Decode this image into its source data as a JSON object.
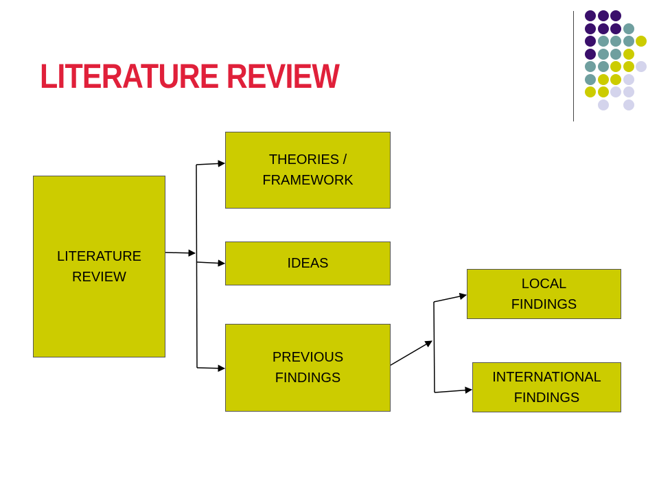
{
  "slide": {
    "title": "LITERATURE REVIEW"
  },
  "diagram": {
    "boxes": {
      "literature_review": "LITERATURE\nREVIEW",
      "theories": "THEORIES /\nFRAMEWORK",
      "ideas": "IDEAS",
      "previous_findings": "PREVIOUS\nFINDINGS",
      "local_findings": "LOCAL\nFINDINGS",
      "international_findings": "INTERNATIONAL\nFINDINGS"
    }
  },
  "colors": {
    "title": "#e0203a",
    "box_fill": "#cccc00",
    "dot_purple": "#3a0f6b",
    "dot_teal": "#6f9f9f",
    "dot_olive": "#cccc00",
    "dot_lavender": "#d4d4ec"
  },
  "decoration": {
    "dot_grid": [
      [
        "purple",
        "purple",
        "purple",
        "none"
      ],
      [
        "purple",
        "purple",
        "purple",
        "teal"
      ],
      [
        "purple",
        "teal",
        "teal",
        "teal",
        "olive"
      ],
      [
        "purple",
        "teal",
        "teal",
        "olive"
      ],
      [
        "teal",
        "teal",
        "olive",
        "olive",
        "lavender"
      ],
      [
        "teal",
        "olive",
        "olive",
        "lavender"
      ],
      [
        "olive",
        "olive",
        "lavender",
        "lavender"
      ],
      [
        "none",
        "lavender",
        "none",
        "lavender"
      ]
    ]
  }
}
